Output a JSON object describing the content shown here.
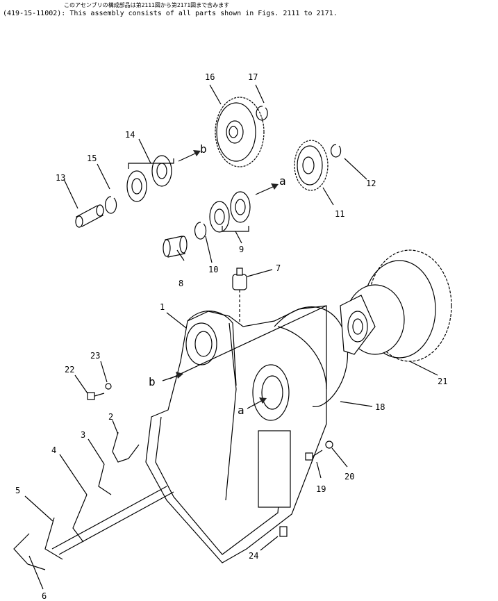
{
  "header": {
    "japanese": "このアセンブリの構成部品は第2111図から第2171図まで含みます",
    "line": "(419-15-11002): This assembly consists of all parts shown in Figs. 2111 to 2171."
  },
  "callouts": [
    "1",
    "2",
    "3",
    "4",
    "5",
    "6",
    "7",
    "8",
    "9",
    "10",
    "11",
    "12",
    "13",
    "14",
    "15",
    "16",
    "17",
    "18",
    "19",
    "20",
    "21",
    "22",
    "23",
    "24"
  ],
  "flow_labels": {
    "a": "a",
    "b": "b"
  }
}
